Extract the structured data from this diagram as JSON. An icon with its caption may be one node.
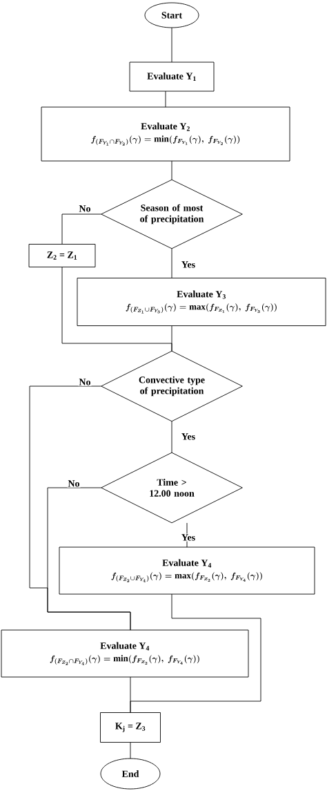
{
  "diagram": {
    "nodes": [
      {
        "text": [
          "Start"
        ]
      },
      {
        "text": [
          "Evaluate Y$_{1}$"
        ]
      },
      {
        "text": [
          "Evaluate Y$_{2}$",
          "f_{(F_{Y_1}\\cap F_{Y_2})}(\\gamma) = \\min(f_{F_{Y_1}}(\\gamma),\\ f_{F_{Y_2}}(\\gamma))"
        ]
      },
      {
        "text": [
          "Season of most of precipitation"
        ]
      },
      {
        "text": [
          "Z$_{2}$ = Z$_{1}$"
        ]
      },
      {
        "text": [
          "Evaluate Y$_{3}$",
          "f_{(F_{Z_1}\\cup F_{Y_3})}(\\gamma) = \\max(f_{F_{Z_1}}(\\gamma),\\ f_{F_{Y_3}}(\\gamma))"
        ]
      },
      {
        "text": [
          "Convective type of precipitation"
        ]
      },
      {
        "text": [
          "Time > 12.00 noon"
        ]
      },
      {
        "text": [
          "Evaluate Y$_{4}$",
          "f_{(F_{Z_2}\\cup F_{Y_4})}(\\gamma) = \\max(f_{F_{Z_2}}(\\gamma),\\ f_{F_{Y_4}}(\\gamma))"
        ]
      },
      {
        "text": [
          "Evaluate Y$_{4}$",
          "f_{(F_{Z_2}\\cap F_{Y_4})}(\\gamma) = \\min(f_{F_{Z_2}}(\\gamma),\\ f_{F_{Y_4}}(\\gamma))"
        ]
      },
      {
        "text": [
          "K$_{j}$ = Z$_{3}$"
        ]
      },
      {
        "text": [
          "End"
        ]
      }
    ],
    "edges": [
      {
        "from": 0,
        "to": 1,
        "arrow": "none"
      },
      {
        "from": 1,
        "to": 2,
        "arrow": "none"
      },
      {
        "from": 2,
        "to": 3,
        "arrow": "none"
      },
      {
        "from": 3,
        "to": 4,
        "arrow": "none",
        "label": "No"
      },
      {
        "from": 3,
        "to": 5,
        "arrow": "none",
        "label": "Yes"
      },
      {
        "from": 4,
        "to": 6,
        "arrow": "none"
      },
      {
        "from": 5,
        "to": 6,
        "arrow": "none"
      },
      {
        "from": 6,
        "to": 9,
        "arrow": "none",
        "label": "No"
      },
      {
        "from": 6,
        "to": 7,
        "arrow": "none",
        "label": "Yes"
      },
      {
        "from": 7,
        "to": 9,
        "arrow": "none",
        "label": "No"
      },
      {
        "from": 7,
        "to": 8,
        "arrow": "none",
        "label": "Yes"
      },
      {
        "from": 8,
        "to": 10,
        "arrow": "none"
      },
      {
        "from": 9,
        "to": 10,
        "arrow": "none"
      },
      {
        "from": 10,
        "to": 11,
        "arrow": "none"
      }
    ]
  }
}
